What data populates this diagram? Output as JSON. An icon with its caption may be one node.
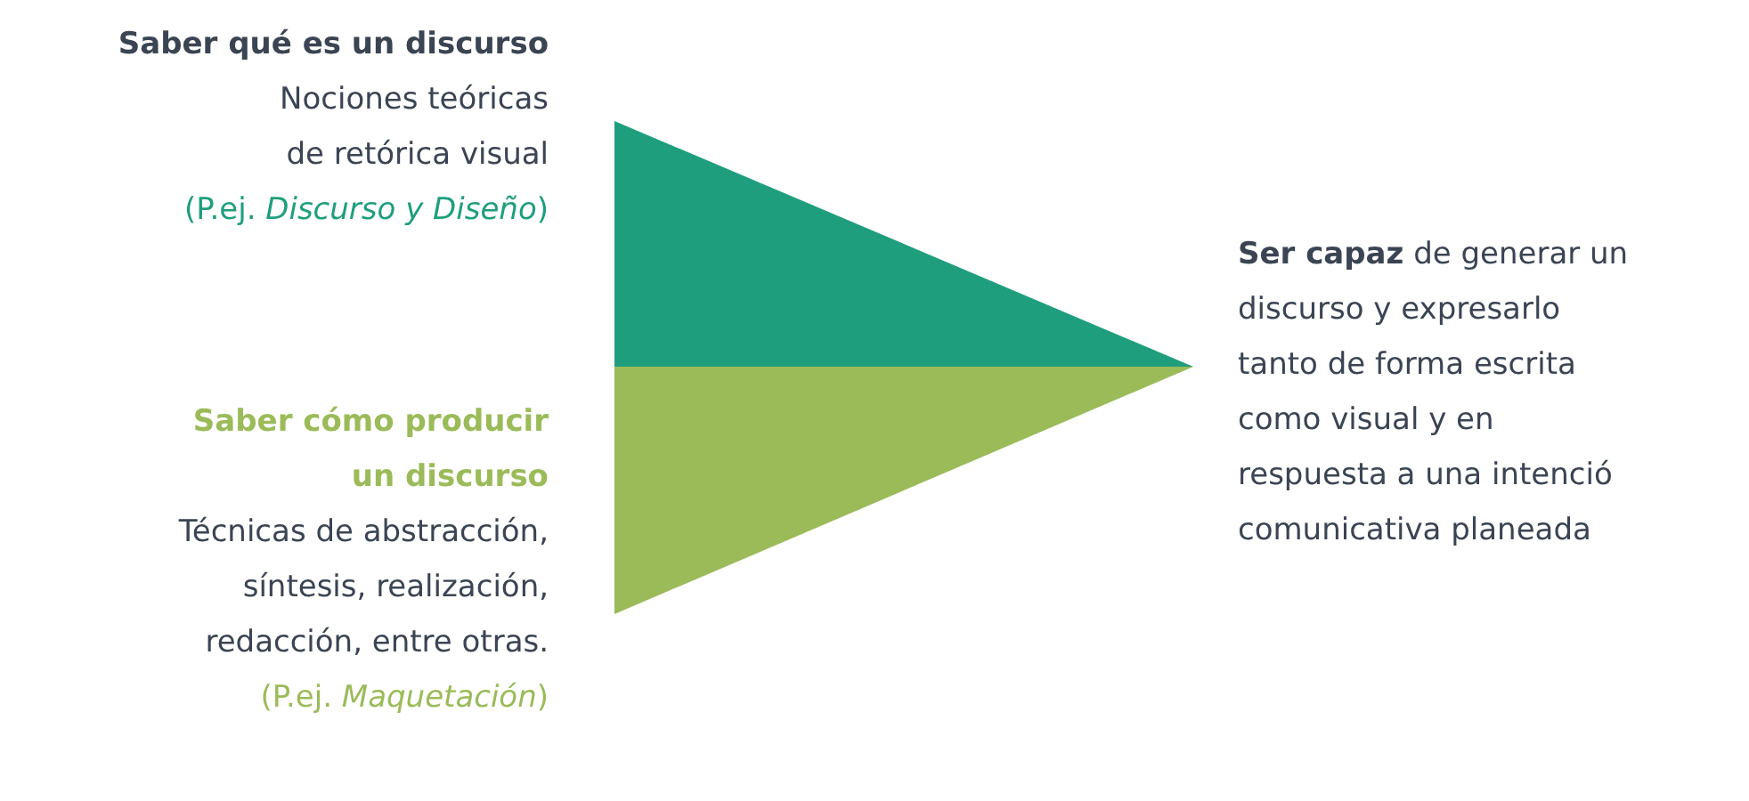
{
  "diagram": {
    "nodes": [
      {
        "text": [],
        "shape": "triangle",
        "beside": [
          "Saber qué es un discurso",
          "Nociones teóricas de retórica visual",
          "(P.ej. *Discurso y Diseño*)"
        ]
      },
      {
        "text": [],
        "shape": "triangle",
        "beside": [
          "Saber cómo producir un discurso",
          "Técnicas de abstracción, síntesis, realización, redacción, entre otras.",
          "(P.ej. *Maquetación*)"
        ]
      }
    ],
    "edges": [],
    "labels": [
      "**Ser capaz** de generar un discurso y expresarlo tanto de forma escrita como visual y en respuesta a una intenció comunicativa planeada"
    ]
  }
}
